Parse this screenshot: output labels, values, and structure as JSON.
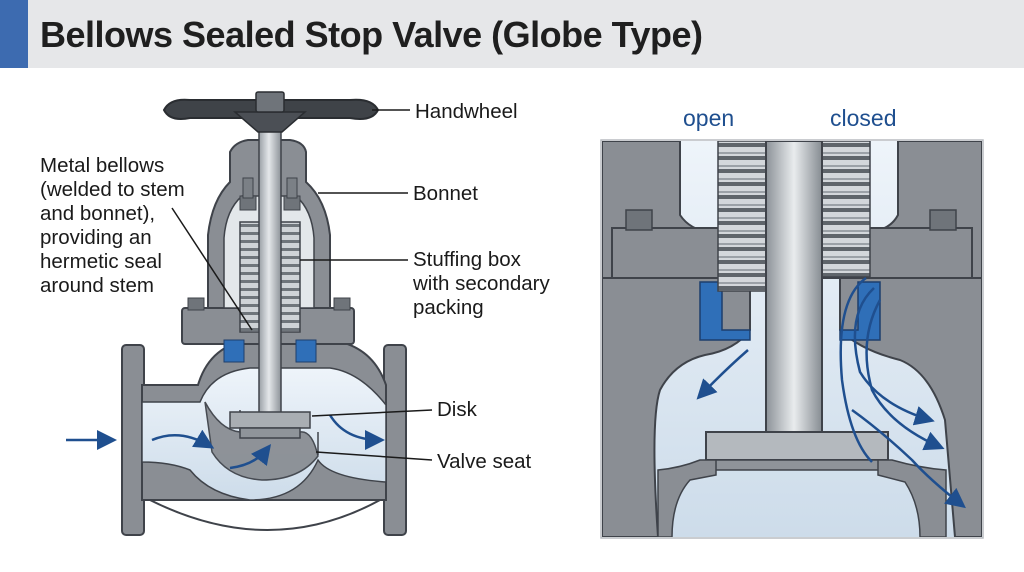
{
  "title": "Bellows Sealed Stop Valve (Globe Type)",
  "labels": {
    "handwheel": "Handwheel",
    "bonnet": "Bonnet",
    "stuffing_box": [
      "Stuffing box",
      "with secondary",
      "packing"
    ],
    "disk": "Disk",
    "valve_seat": "Valve seat",
    "bellows": [
      "Metal bellows",
      "(welded to stem",
      "and bonnet),",
      "providing an",
      "hermetic seal",
      "around stem"
    ]
  },
  "detail": {
    "open": "open",
    "closed": "closed"
  },
  "colors": {
    "metal": "#8a8e94",
    "metal_dark": "#4b4f55",
    "fluid": "#dce8f3",
    "packing": "#2f6fb8",
    "flow_arrow": "#1f4f8f",
    "title_accent": "#3d6bb0"
  }
}
